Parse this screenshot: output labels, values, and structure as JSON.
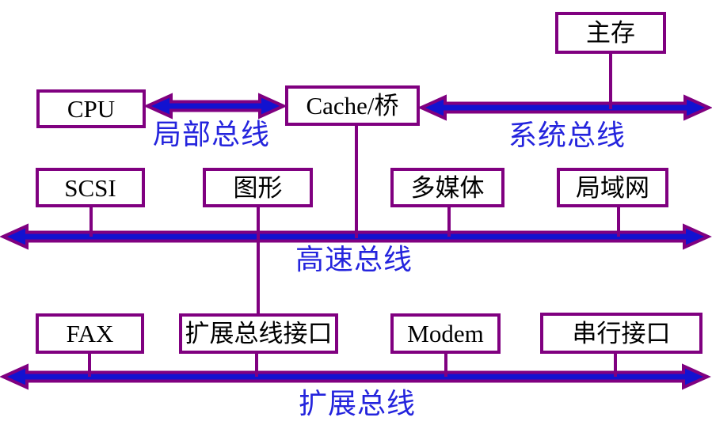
{
  "diagram": {
    "boxes": {
      "main_memory": "主存",
      "cpu": "CPU",
      "cache_bridge": "Cache/桥",
      "scsi": "SCSI",
      "graphics": "图形",
      "multimedia": "多媒体",
      "lan": "局域网",
      "fax": "FAX",
      "expansion_bus_interface": "扩展总线接口",
      "modem": "Modem",
      "serial_interface": "串行接口"
    },
    "bus_labels": {
      "local_bus": "局部总线",
      "system_bus": "系统总线",
      "high_speed_bus": "高速总线",
      "expansion_bus": "扩展总线"
    },
    "colors": {
      "box_border": "#800080",
      "bus_fill": "#1212d0",
      "bus_outline": "#800080",
      "label_text": "#2424dd",
      "box_text": "#000000",
      "background": "#ffffff"
    }
  }
}
